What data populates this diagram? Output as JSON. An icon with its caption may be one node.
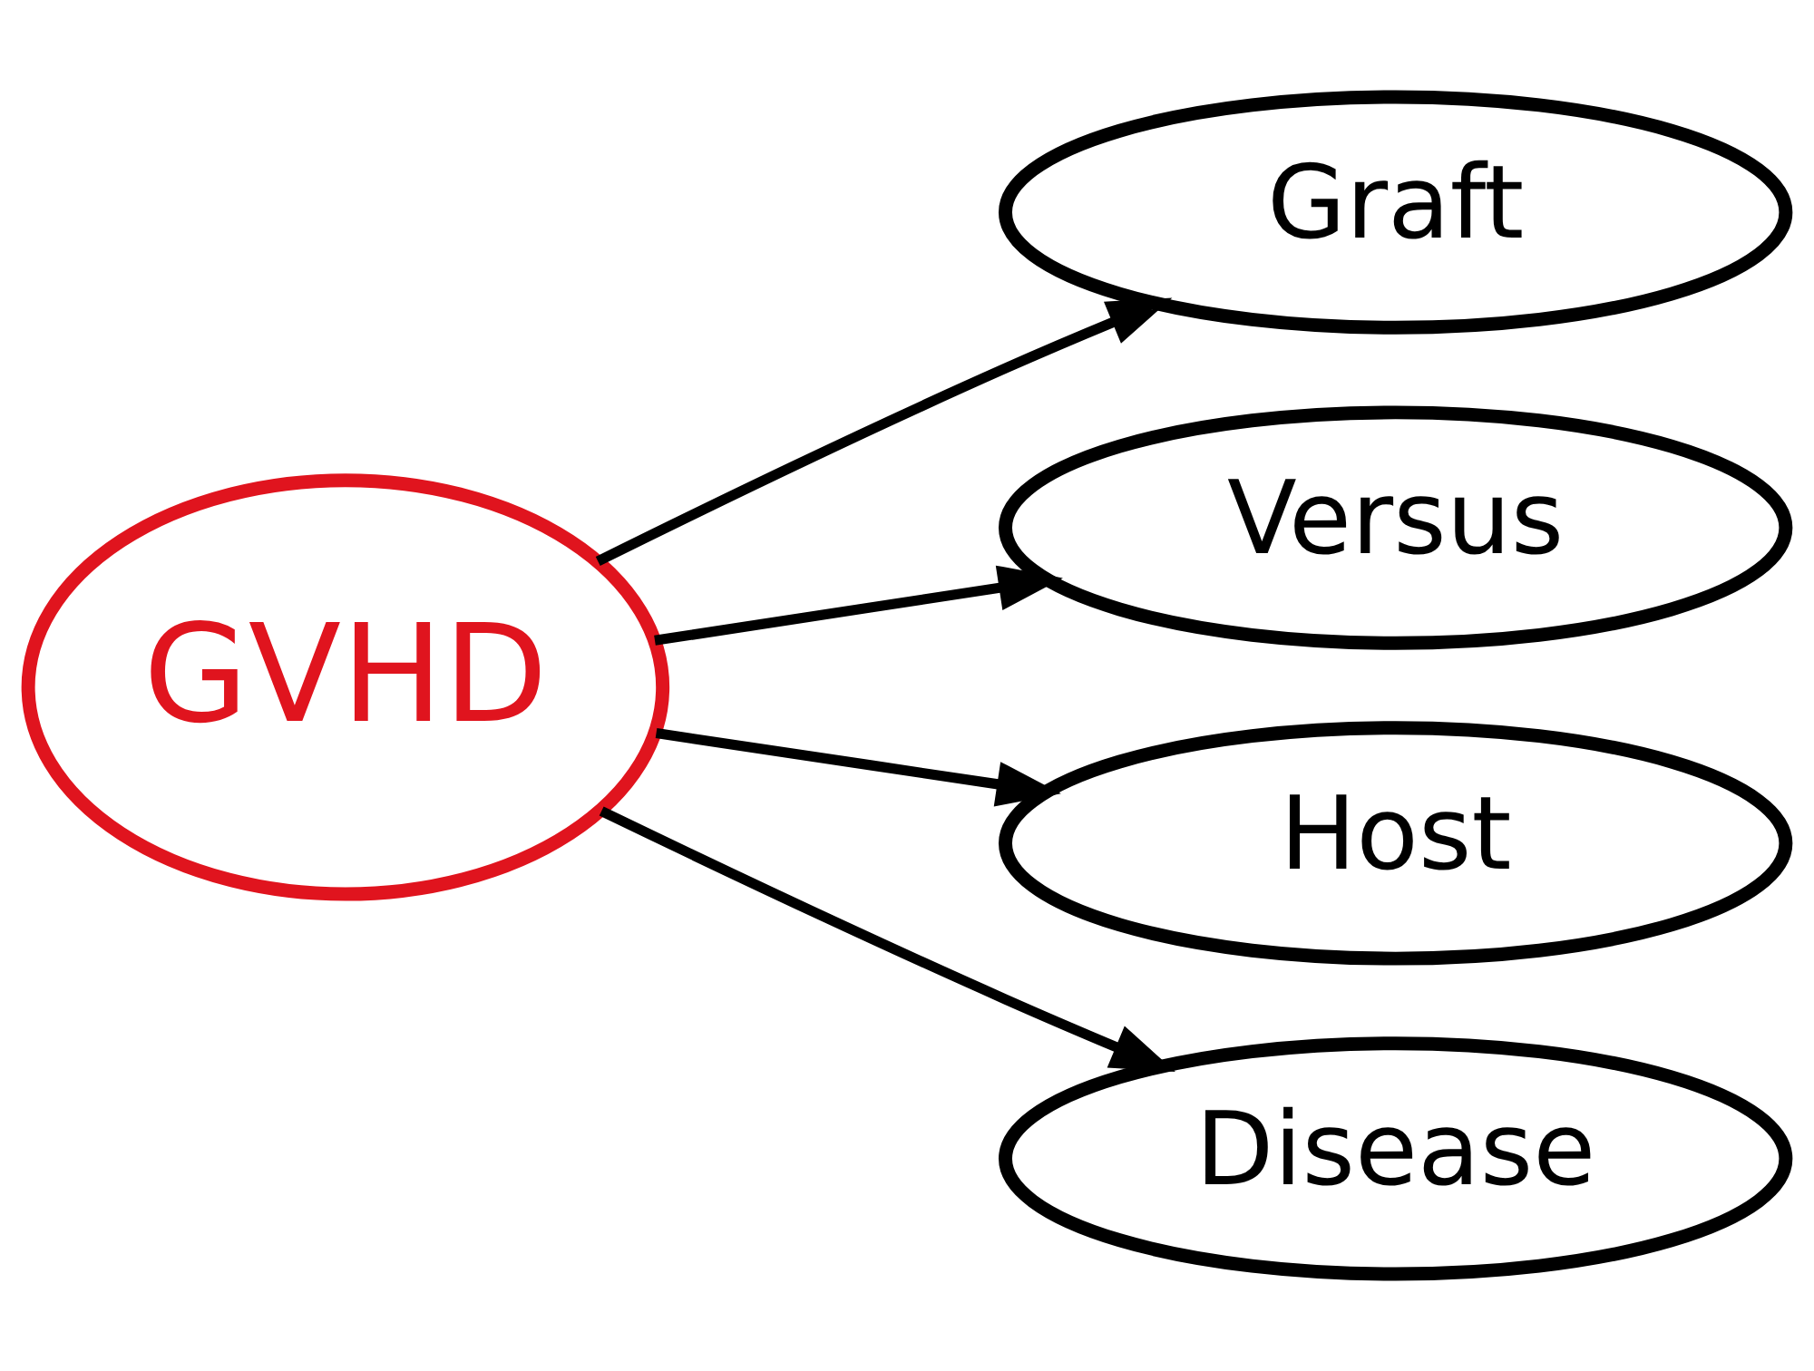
{
  "diagram": {
    "nodes": [
      {
        "text": [
          "GVHD"
        ]
      },
      {
        "text": [
          "Graft"
        ]
      },
      {
        "text": [
          "Versus"
        ]
      },
      {
        "text": [
          "Host"
        ]
      },
      {
        "text": [
          "Disease"
        ]
      }
    ],
    "edges": [
      {
        "from": 0,
        "to": 1,
        "arrow": "to"
      },
      {
        "from": 0,
        "to": 2,
        "arrow": "to"
      },
      {
        "from": 0,
        "to": 3,
        "arrow": "to"
      },
      {
        "from": 0,
        "to": 4,
        "arrow": "to"
      }
    ]
  }
}
